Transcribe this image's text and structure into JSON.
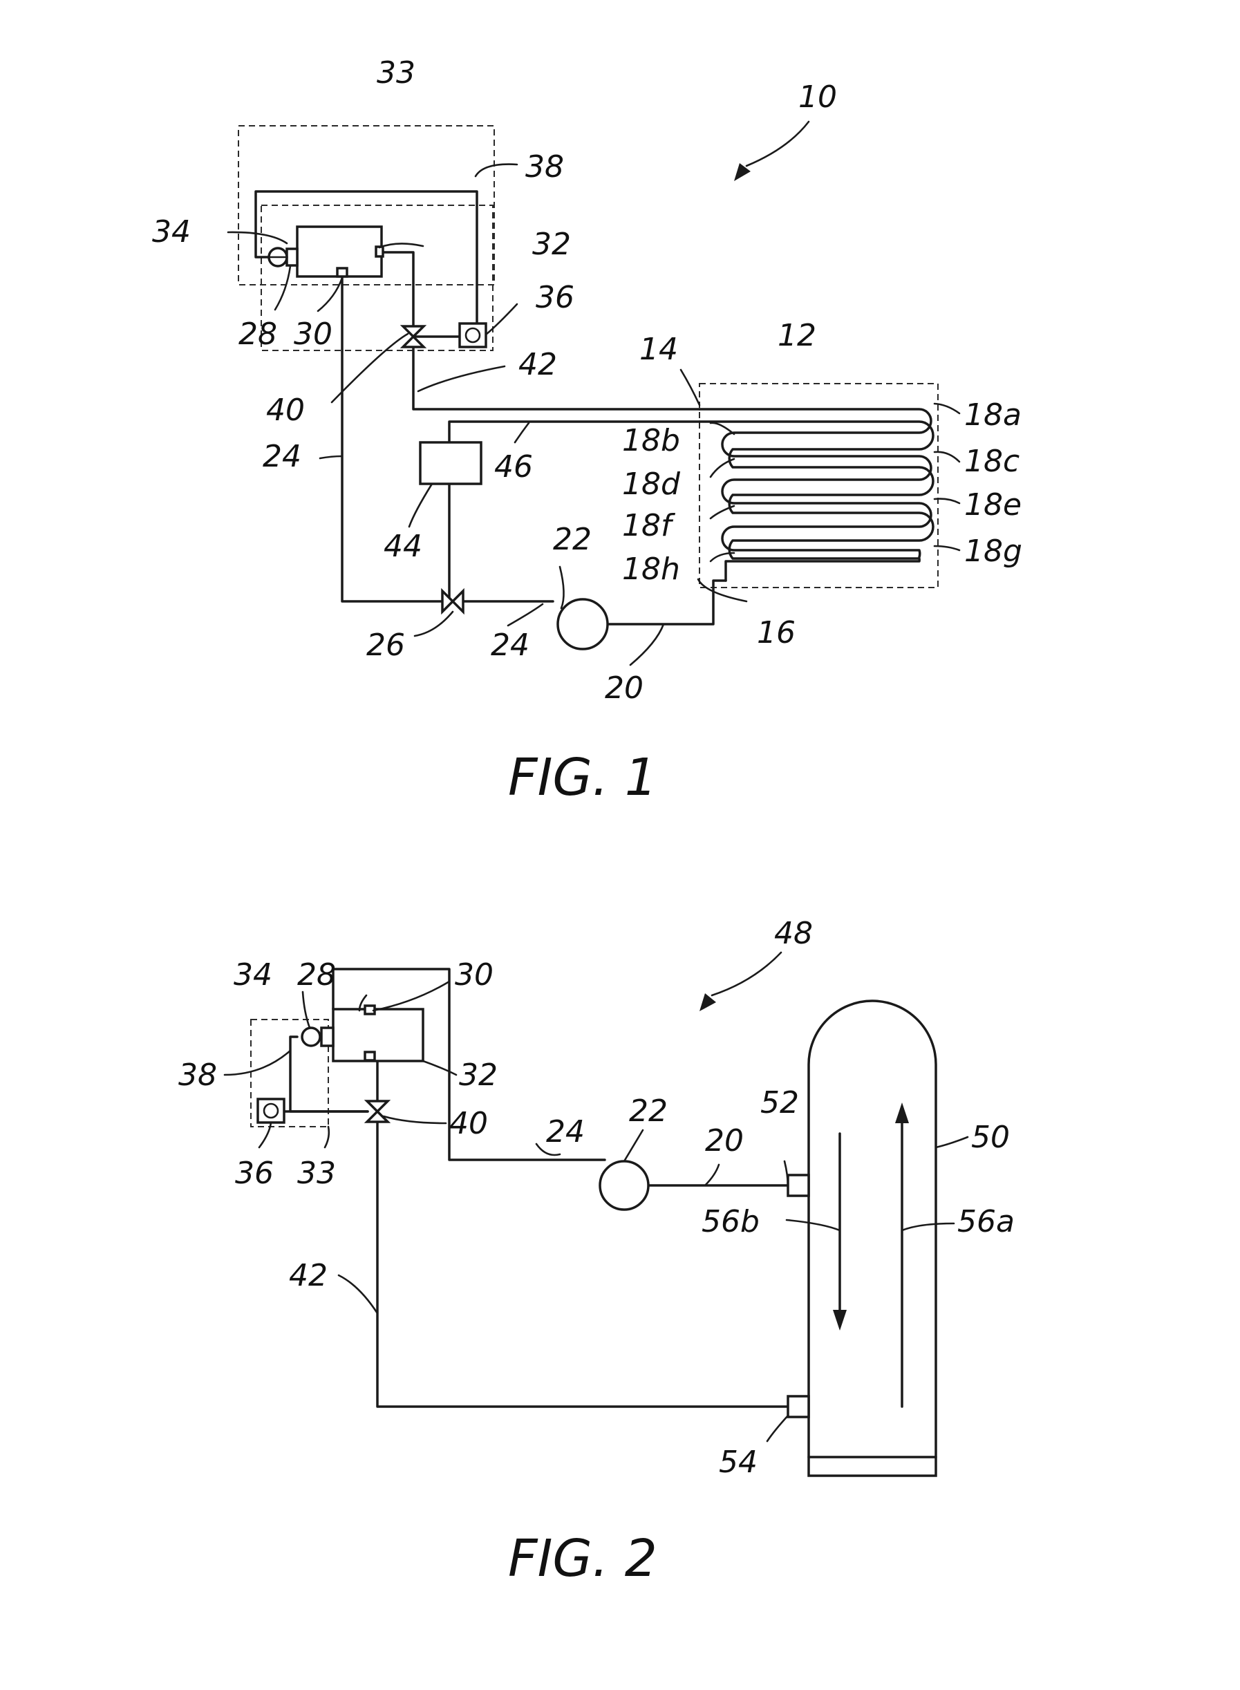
{
  "figure1": {
    "caption": "FIG. 1",
    "labels": {
      "l10": "10",
      "l33": "33",
      "l38": "38",
      "l34": "34",
      "l32": "32",
      "l36": "36",
      "l28": "28",
      "l30": "30",
      "l40": "40",
      "l42": "42",
      "l14": "14",
      "l12": "12",
      "l18a": "18a",
      "l18b": "18b",
      "l18c": "18c",
      "l18d": "18d",
      "l18e": "18e",
      "l18f": "18f",
      "l18g": "18g",
      "l18h": "18h",
      "l46": "46",
      "l24a": "24",
      "l24b": "24",
      "l44": "44",
      "l22": "22",
      "l26": "26",
      "l16": "16",
      "l20": "20"
    }
  },
  "figure2": {
    "caption": "FIG. 2",
    "labels": {
      "l48": "48",
      "l34": "34",
      "l28": "28",
      "l30": "30",
      "l38": "38",
      "l32": "32",
      "l36": "36",
      "l33": "33",
      "l40": "40",
      "l24": "24",
      "l22": "22",
      "l20": "20",
      "l52": "52",
      "l50": "50",
      "l56b": "56b",
      "l56a": "56a",
      "l42": "42",
      "l54": "54"
    }
  }
}
